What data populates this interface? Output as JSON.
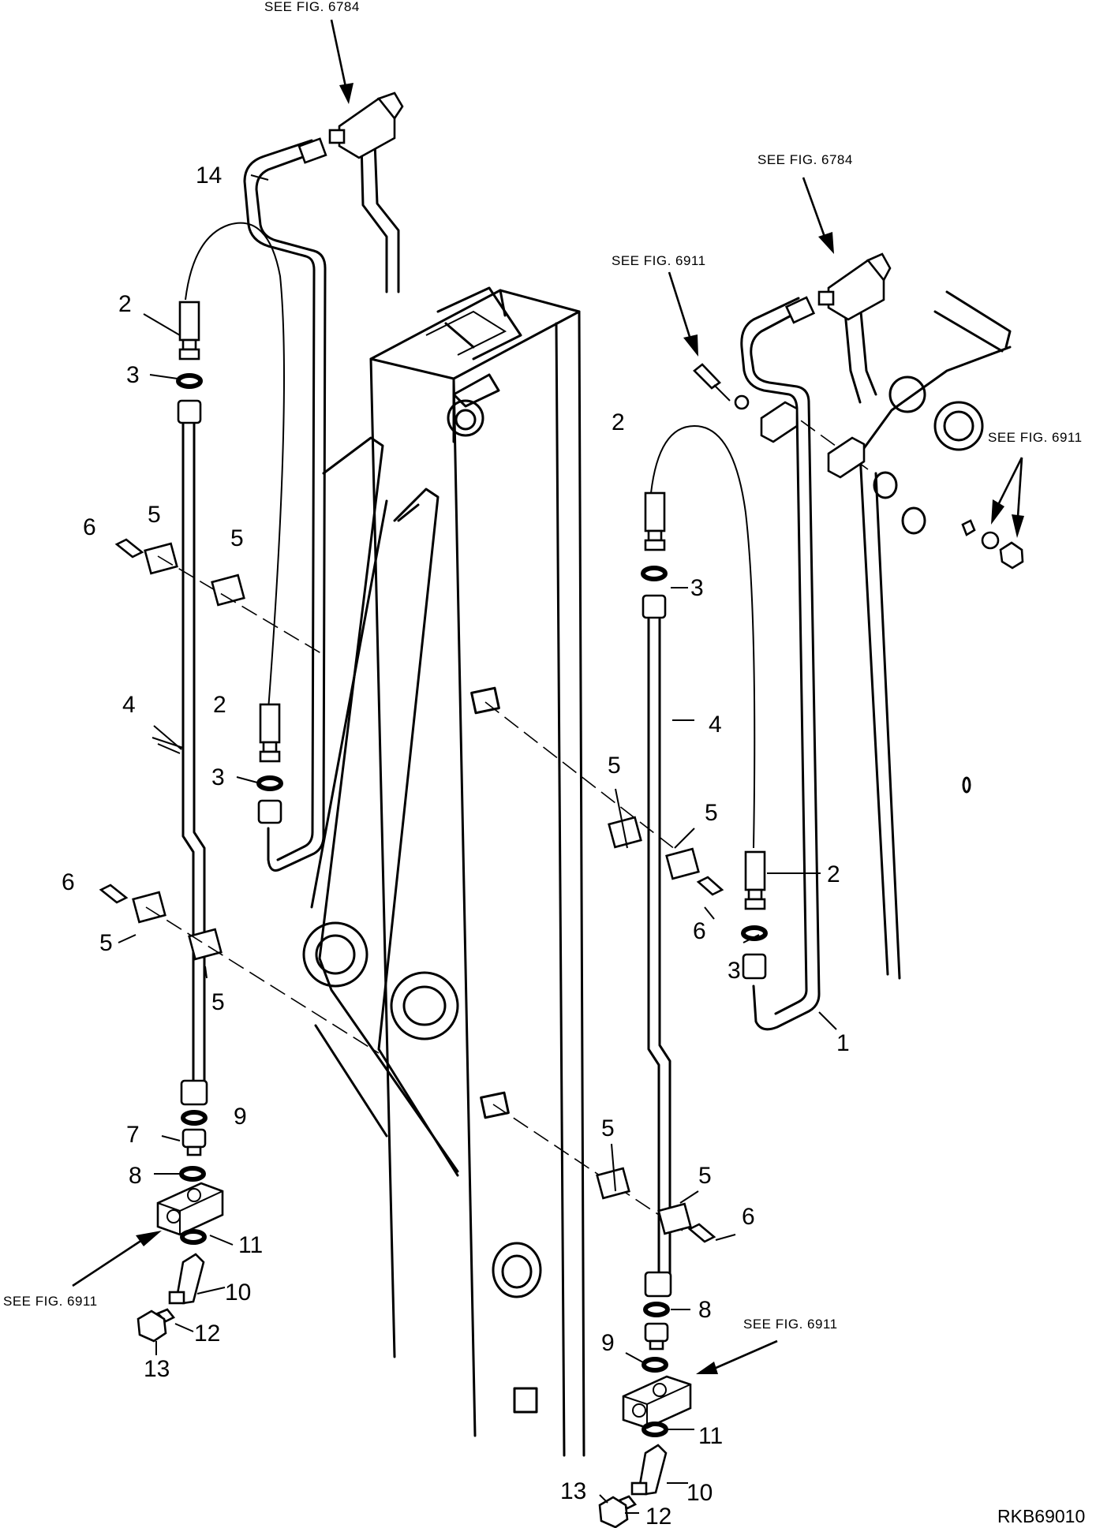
{
  "references": {
    "top_left": "SEE FIG. 6784",
    "top_right": "SEE FIG. 6784",
    "mid_bracket": "SEE FIG. 6911",
    "right_nuts": "SEE FIG. 6911",
    "left_block": "SEE FIG. 6911",
    "right_block": "SEE FIG. 6911"
  },
  "part_labels": {
    "p1": "1",
    "p2": "2",
    "p3": "3",
    "p4": "4",
    "p5": "5",
    "p6": "6",
    "p7": "7",
    "p8": "8",
    "p9": "9",
    "p10": "10",
    "p11": "11",
    "p12": "12",
    "p13": "13",
    "p14": "14"
  },
  "drawing_code": "RKB69010"
}
